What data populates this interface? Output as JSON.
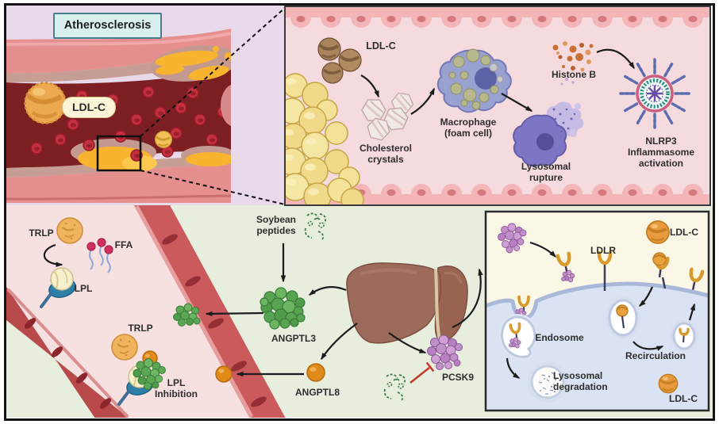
{
  "figure": {
    "top_left": {
      "title": "Atherosclerosis",
      "ldl_pill": "LDL-C"
    },
    "inset": {
      "ldl": "LDL-C",
      "cholesterol": "Cholesterol\ncrystals",
      "macrophage": "Macrophage\n(foam cell)",
      "histone": "Histone B",
      "lysosomal_rupture": "Lysosomal\nrupture",
      "nlrp3": "NLRP3\nInflammasome\nactivation"
    },
    "vessel": {
      "trlp_upper": "TRLP",
      "ffa": "FFA",
      "lpl": "LPL",
      "trlp_lower": "TRLP",
      "lpl_inhibition": "LPL\nInhibition"
    },
    "liver_axis": {
      "soybean": "Soybean\npeptides",
      "angptl3": "ANGPTL3",
      "angptl8": "ANGPTL8",
      "pcsk9": "PCSK9"
    },
    "cell_panel": {
      "ldl_top": "LDL-C",
      "ldlr": "LDLR",
      "endosome": "Endosome",
      "recirculation": "Recirculation",
      "lysosomal_degradation": "Lysosomal\ndegradation",
      "ldl_bottom": "LDL-C"
    }
  },
  "colors": {
    "lavender_bg": "#e8daea",
    "green_bg": "#e7eedd",
    "inset_pink_bg": "#f6dbde",
    "cell_panel_cream": "#fbf7e6",
    "cell_panel_blue": "#d9e3f3",
    "lumen_dark_red": "#7c1f22",
    "plaque_yellow": "#f8b42e",
    "ldl_orange": "#e89a3c",
    "angptl3_green": "#57a553",
    "pcsk9_purple": "#c18fca",
    "macrophage_blue": "#99a1d1",
    "title_box_cyan": "#d8f1ef"
  }
}
